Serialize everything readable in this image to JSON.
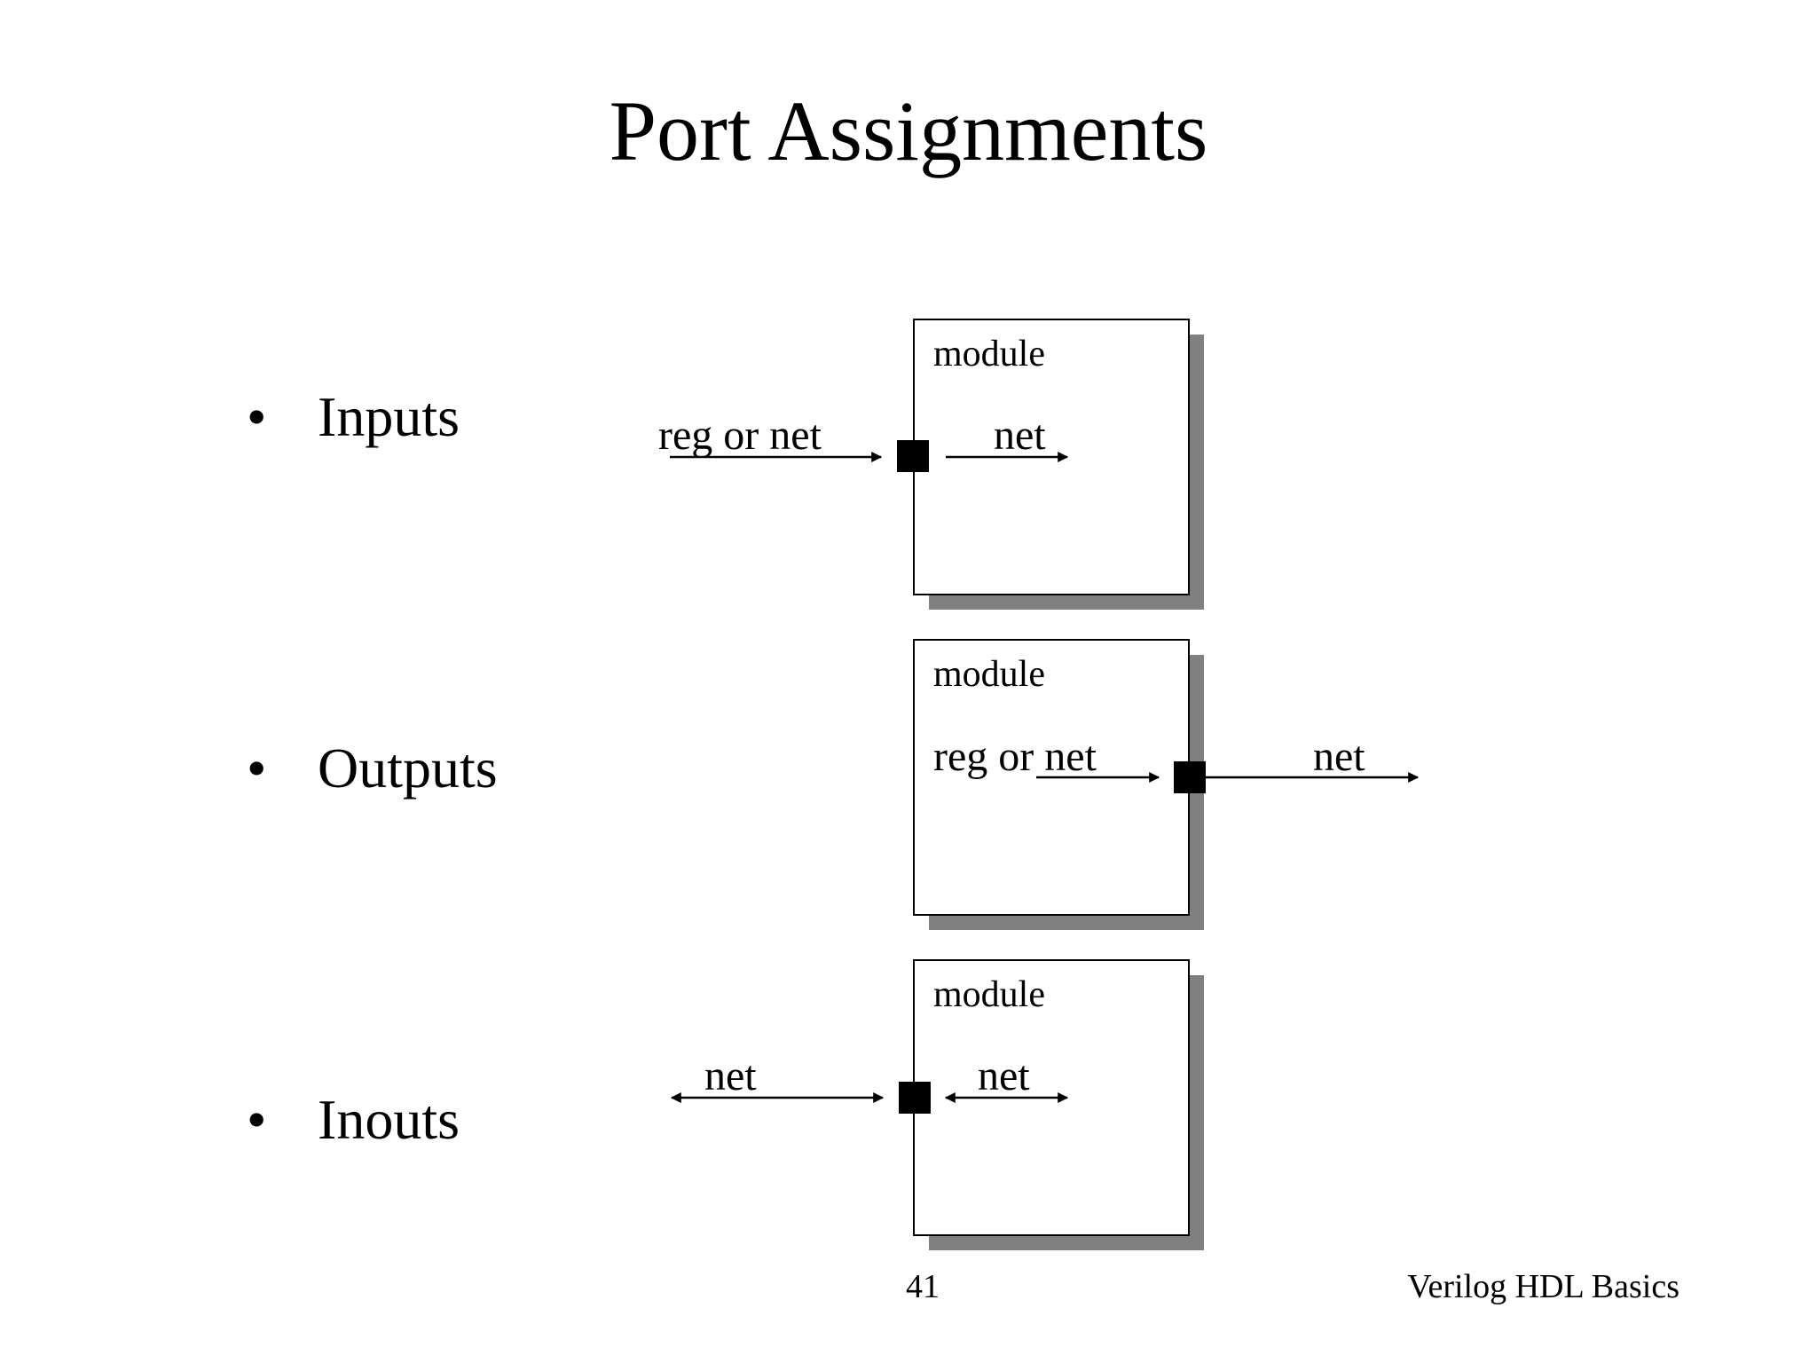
{
  "slide": {
    "title": "Port Assignments",
    "page_number": "41",
    "footer": "Verilog HDL Basics"
  },
  "bullets": [
    {
      "marker": "•",
      "label": "Inputs"
    },
    {
      "marker": "•",
      "label": "Outputs"
    },
    {
      "marker": "•",
      "label": "Inouts"
    }
  ],
  "diagrams": {
    "inputs": {
      "module_label": "module",
      "outer_label": "reg or net",
      "inner_label": "net"
    },
    "outputs": {
      "module_label": "module",
      "inner_label": "reg or net",
      "outer_label": "net"
    },
    "inouts": {
      "module_label": "module",
      "outer_label": "net",
      "inner_label": "net"
    }
  },
  "colors": {
    "shadow": "#808080",
    "port": "#000000",
    "box_fill": "#ffffff"
  }
}
